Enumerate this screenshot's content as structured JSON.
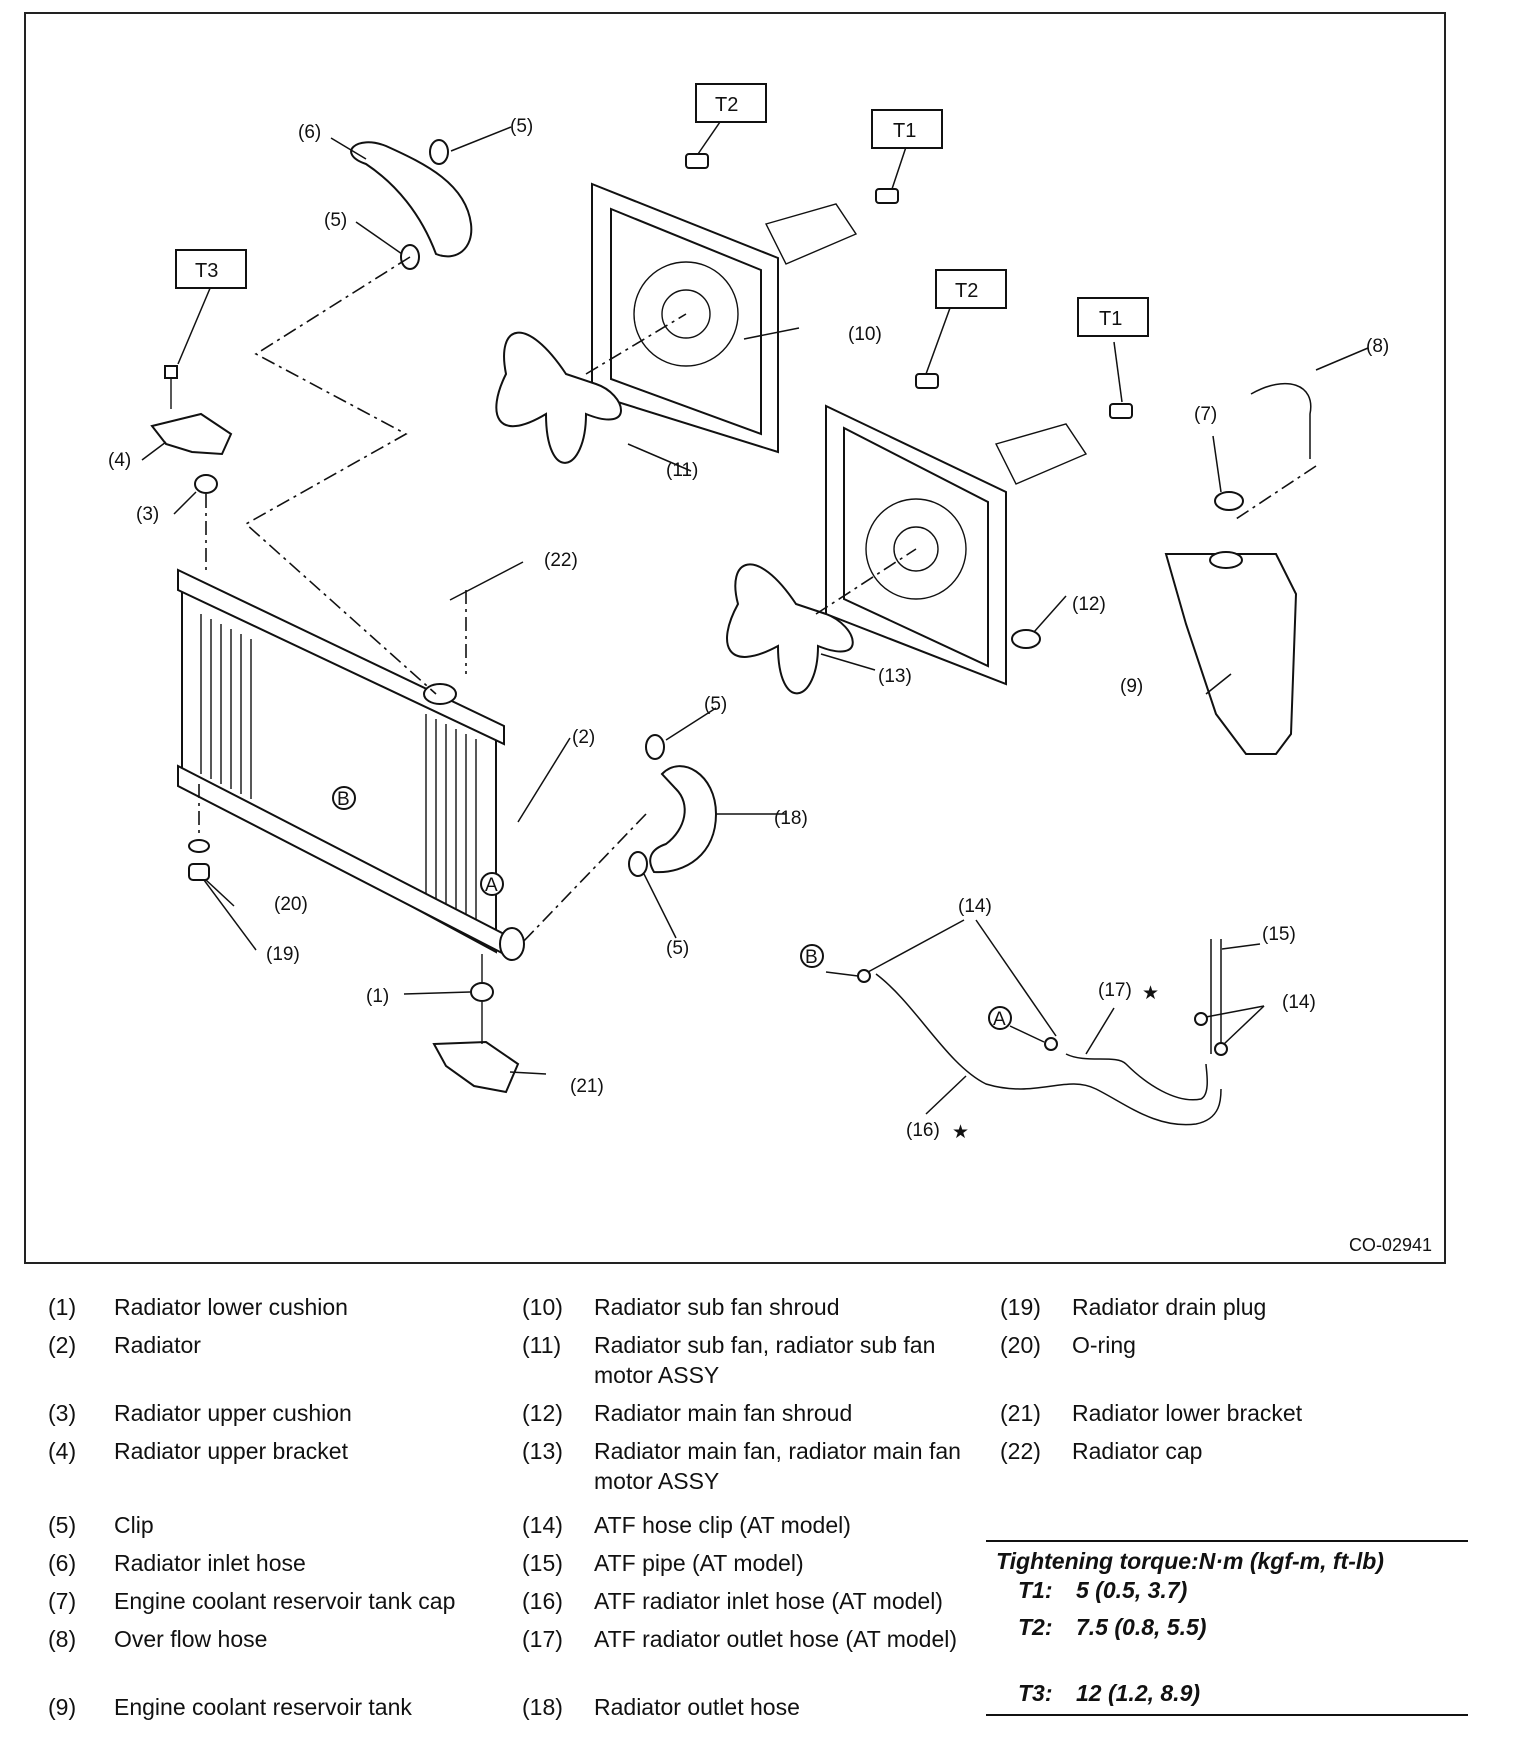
{
  "figure": {
    "code": "CO-02941",
    "callouts": [
      "(1)",
      "(2)",
      "(3)",
      "(4)",
      "(5)",
      "(6)",
      "(7)",
      "(8)",
      "(9)",
      "(10)",
      "(11)",
      "(12)",
      "(13)",
      "(14)",
      "(15)",
      "(16)",
      "(17)",
      "(18)",
      "(19)",
      "(20)",
      "(21)",
      "(22)"
    ],
    "torque_tags": [
      "T1",
      "T2",
      "T3"
    ],
    "ref_markers": [
      "A",
      "B"
    ],
    "star_symbol": "★"
  },
  "legend": [
    {
      "num": "(1)",
      "text": "Radiator lower cushion"
    },
    {
      "num": "(2)",
      "text": "Radiator"
    },
    {
      "num": "(3)",
      "text": "Radiator upper cushion"
    },
    {
      "num": "(4)",
      "text": "Radiator upper bracket"
    },
    {
      "num": "(5)",
      "text": "Clip"
    },
    {
      "num": "(6)",
      "text": "Radiator inlet hose"
    },
    {
      "num": "(7)",
      "text": "Engine coolant reservoir tank cap"
    },
    {
      "num": "(8)",
      "text": "Over flow hose"
    },
    {
      "num": "(9)",
      "text": "Engine coolant reservoir tank"
    },
    {
      "num": "(10)",
      "text": "Radiator sub fan shroud"
    },
    {
      "num": "(11)",
      "text": "Radiator sub fan, radiator sub fan motor ASSY"
    },
    {
      "num": "(12)",
      "text": "Radiator main fan shroud"
    },
    {
      "num": "(13)",
      "text": "Radiator main fan, radiator main fan motor ASSY"
    },
    {
      "num": "(14)",
      "text": "ATF hose clip (AT model)"
    },
    {
      "num": "(15)",
      "text": "ATF pipe (AT model)"
    },
    {
      "num": "(16)",
      "text": "ATF radiator inlet hose (AT model)"
    },
    {
      "num": "(17)",
      "text": "ATF radiator outlet hose (AT model)"
    },
    {
      "num": "(18)",
      "text": "Radiator outlet hose"
    },
    {
      "num": "(19)",
      "text": "Radiator drain plug"
    },
    {
      "num": "(20)",
      "text": "O-ring"
    },
    {
      "num": "(21)",
      "text": "Radiator lower bracket"
    },
    {
      "num": "(22)",
      "text": "Radiator cap"
    }
  ],
  "torque": {
    "title": "Tightening torque:N·m (kgf-m, ft-lb)",
    "rows": [
      {
        "key": "T1:",
        "value": "5 (0.5, 3.7)"
      },
      {
        "key": "T2:",
        "value": "7.5 (0.8, 5.5)"
      },
      {
        "key": "T3:",
        "value": "12 (1.2, 8.9)"
      }
    ]
  }
}
